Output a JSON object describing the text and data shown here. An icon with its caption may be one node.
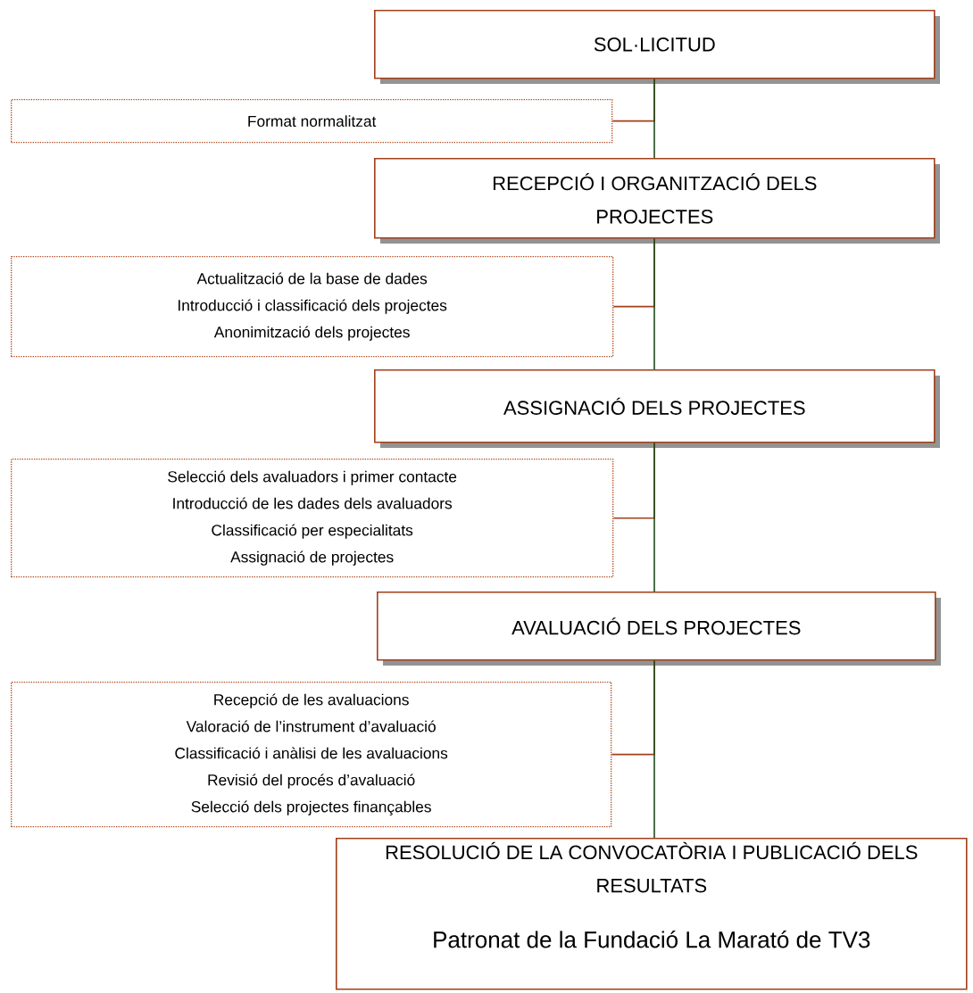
{
  "diagram": {
    "nodes": [
      {
        "text": [
          "SOL·LICITUD"
        ]
      },
      {
        "text": [
          "Format normalitzat"
        ]
      },
      {
        "text": [
          "RECEPCIÓ I ORGANITZACIÓ DELS PROJECTES"
        ]
      },
      {
        "text": [
          "Actualització de la base de dades",
          "Introducció i classificació dels projectes",
          "Anonimització dels projectes"
        ]
      },
      {
        "text": [
          "ASSIGNACIÓ DELS PROJECTES"
        ]
      },
      {
        "text": [
          "Selecció dels avaluadors i primer contacte",
          "Introducció de les dades dels avaluadors",
          "Classificació per especialitats",
          "Assignació de projectes"
        ]
      },
      {
        "text": [
          "AVALUACIÓ DELS PROJECTES"
        ]
      },
      {
        "text": [
          "Recepció de les avaluacions",
          "Valoració de l’instrument d’avaluació",
          "Classificació i anàlisi de les avaluacions",
          "Revisió del procés d’avaluació",
          "Selecció dels projectes finançables"
        ]
      },
      {
        "text": [
          "RESOLUCIÓ DE LA CONVOCATÒRIA I PUBLICACIÓ DELS RESULTATS",
          "Patronat de la Fundació La Marató de TV3"
        ]
      }
    ],
    "edges": [
      {
        "from": 0,
        "to": 2,
        "arrow": "none",
        "color": "#1e4d1e"
      },
      {
        "from": 2,
        "to": 4,
        "arrow": "none",
        "color": "#1e4d1e"
      },
      {
        "from": 4,
        "to": 6,
        "arrow": "none",
        "color": "#1e4d1e"
      },
      {
        "from": 6,
        "to": 8,
        "arrow": "none",
        "color": "#1e4d1e"
      },
      {
        "from": 0,
        "to": 1,
        "arrow": "none",
        "color": "#a0401a"
      },
      {
        "from": 2,
        "to": 3,
        "arrow": "none",
        "color": "#a0401a"
      },
      {
        "from": 4,
        "to": 5,
        "arrow": "none",
        "color": "#a0401a"
      },
      {
        "from": 6,
        "to": 7,
        "arrow": "none",
        "color": "#a0401a"
      }
    ]
  }
}
